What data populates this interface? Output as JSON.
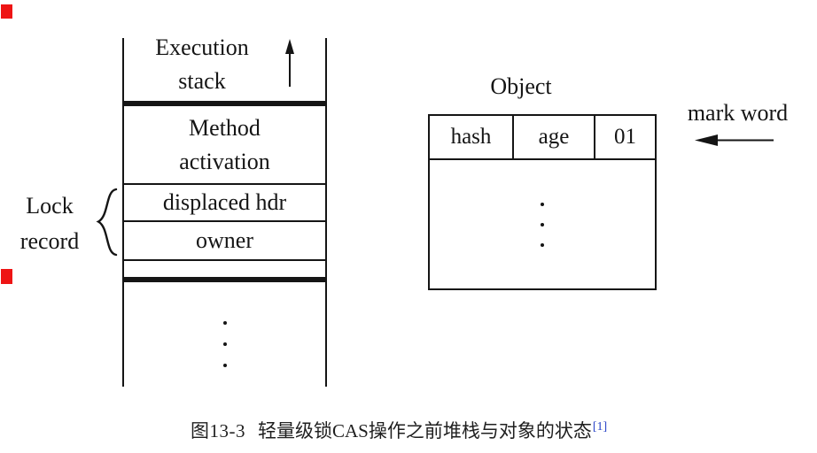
{
  "figure": {
    "stack": {
      "top_label_line1": "Execution",
      "top_label_line2": "stack",
      "rows": {
        "method_line1": "Method",
        "method_line2": "activation",
        "displaced": "displaced hdr",
        "owner": "owner"
      },
      "brace_label_line1": "Lock",
      "brace_label_line2": "record"
    },
    "object": {
      "title": "Object",
      "header_cells": [
        "hash",
        "age",
        "01"
      ],
      "pointer_label": "mark word"
    },
    "caption": {
      "fig_no": "图13-3",
      "text": "轻量级锁CAS操作之前堆栈与对象的状态",
      "ref": "[1]"
    }
  },
  "colors": {
    "ink": "#151515",
    "ref_blue": "#2b46c8",
    "marker_red": "#ee1414"
  }
}
